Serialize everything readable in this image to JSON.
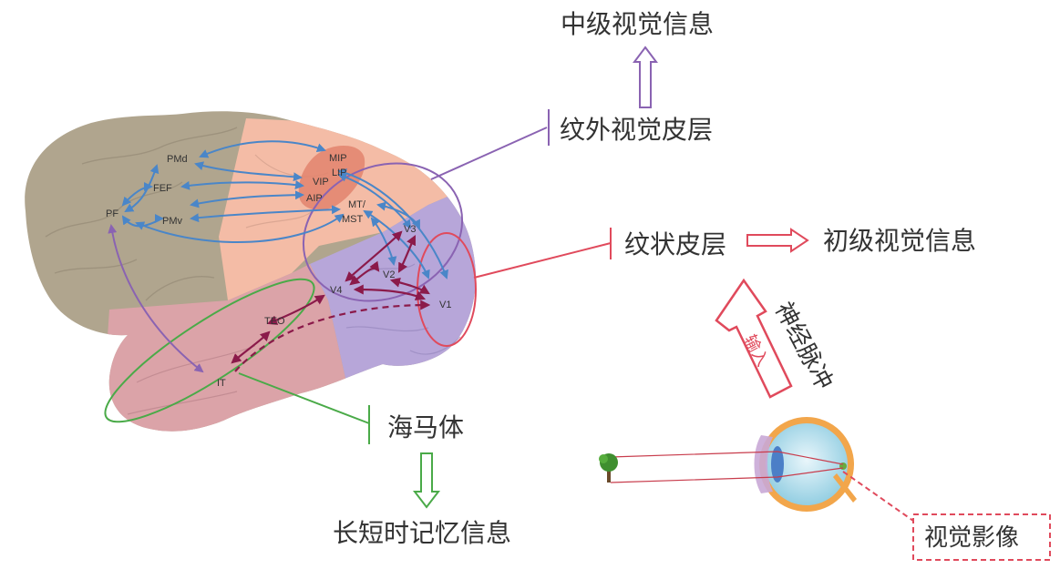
{
  "headings": {
    "mid_level_info": "中级视觉信息",
    "extrastriate_cortex": "纹外视觉皮层",
    "striate_cortex": "纹状皮层",
    "primary_info": "初级视觉信息",
    "hippocampus": "海马体",
    "memory_info": "长短时记忆信息",
    "nerve_impulse": "神经脉冲",
    "input": "输入",
    "visual_image": "视觉影像"
  },
  "regions": {
    "pmd": "PMd",
    "fef": "FEF",
    "pf": "PF",
    "pmv": "PMv",
    "mip": "MIP",
    "lip": "LIP",
    "vip": "VIP",
    "aip": "AIP",
    "mt": "MT/",
    "mst": "MST",
    "v3": "V3",
    "v2": "V2",
    "v4": "V4",
    "v1": "V1",
    "teo": "TEO",
    "it": "IT"
  },
  "colors": {
    "frontal_lobe": "#b0a58e",
    "parietal_lobe": "#f4bca6",
    "temporal_lobe": "#dba3a8",
    "occipital_lobe": "#b7a6d9",
    "dorsal_arrow": "#4a86c8",
    "ventral_arrow": "#8b1a4a",
    "extrastriate_line": "#8a63b2",
    "striate_line": "#e04a5c",
    "hippocampus_line": "#4aaa48",
    "pf_it_arrow": "#8a63b2",
    "eye_box": "#e04a5c"
  },
  "icons": {
    "brain": "brain-illustration",
    "eye": "eye-illustration",
    "tree": "tree-icon"
  }
}
